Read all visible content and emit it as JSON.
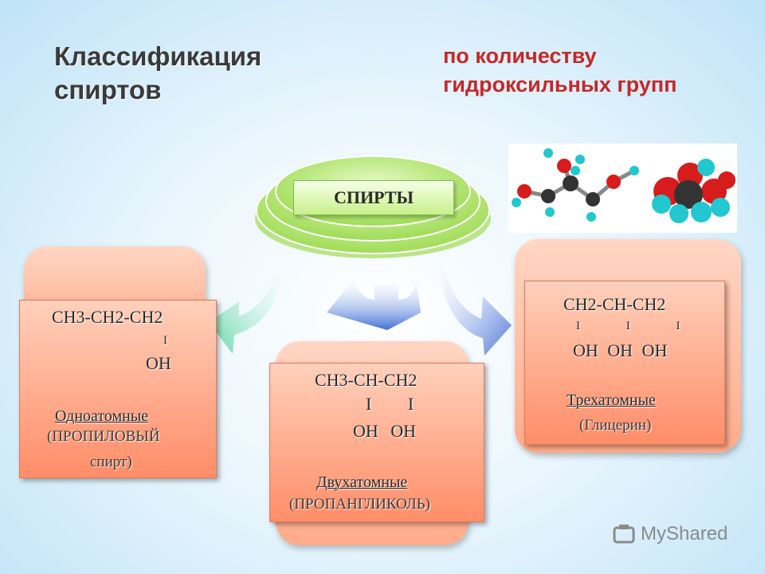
{
  "title": {
    "line1": "Классификация",
    "line2": "спиртов"
  },
  "subtitle": {
    "line1": "по количеству",
    "line2": "гидроксильных групп"
  },
  "center_label": "СПИРТЫ",
  "left_card": {
    "formula_main": "CH3-CH2-CH2",
    "bond": "I",
    "oh": "OH",
    "kind": "Одноатомные",
    "note1": "(ПРОПИЛОВЫЙ",
    "note2": "спирт)"
  },
  "middle_card": {
    "formula_main": "CH3-CH-CH2",
    "bonds": "I I",
    "ohs": "OH OH",
    "kind": "Двухатомные",
    "note": "(ПРОПАНГЛИКОЛЬ)"
  },
  "right_card": {
    "formula_main": "CH2-CH-CH2",
    "bonds": "I I I",
    "ohs": "OH OH OH",
    "kind": "Трехатомные",
    "note": "(Глицерин)"
  },
  "watermark": "MyShared",
  "colors": {
    "title": "#3a3a3a",
    "subtitle": "#c62828",
    "ellipse": "#b6ea72",
    "card": "#ff9b78"
  }
}
